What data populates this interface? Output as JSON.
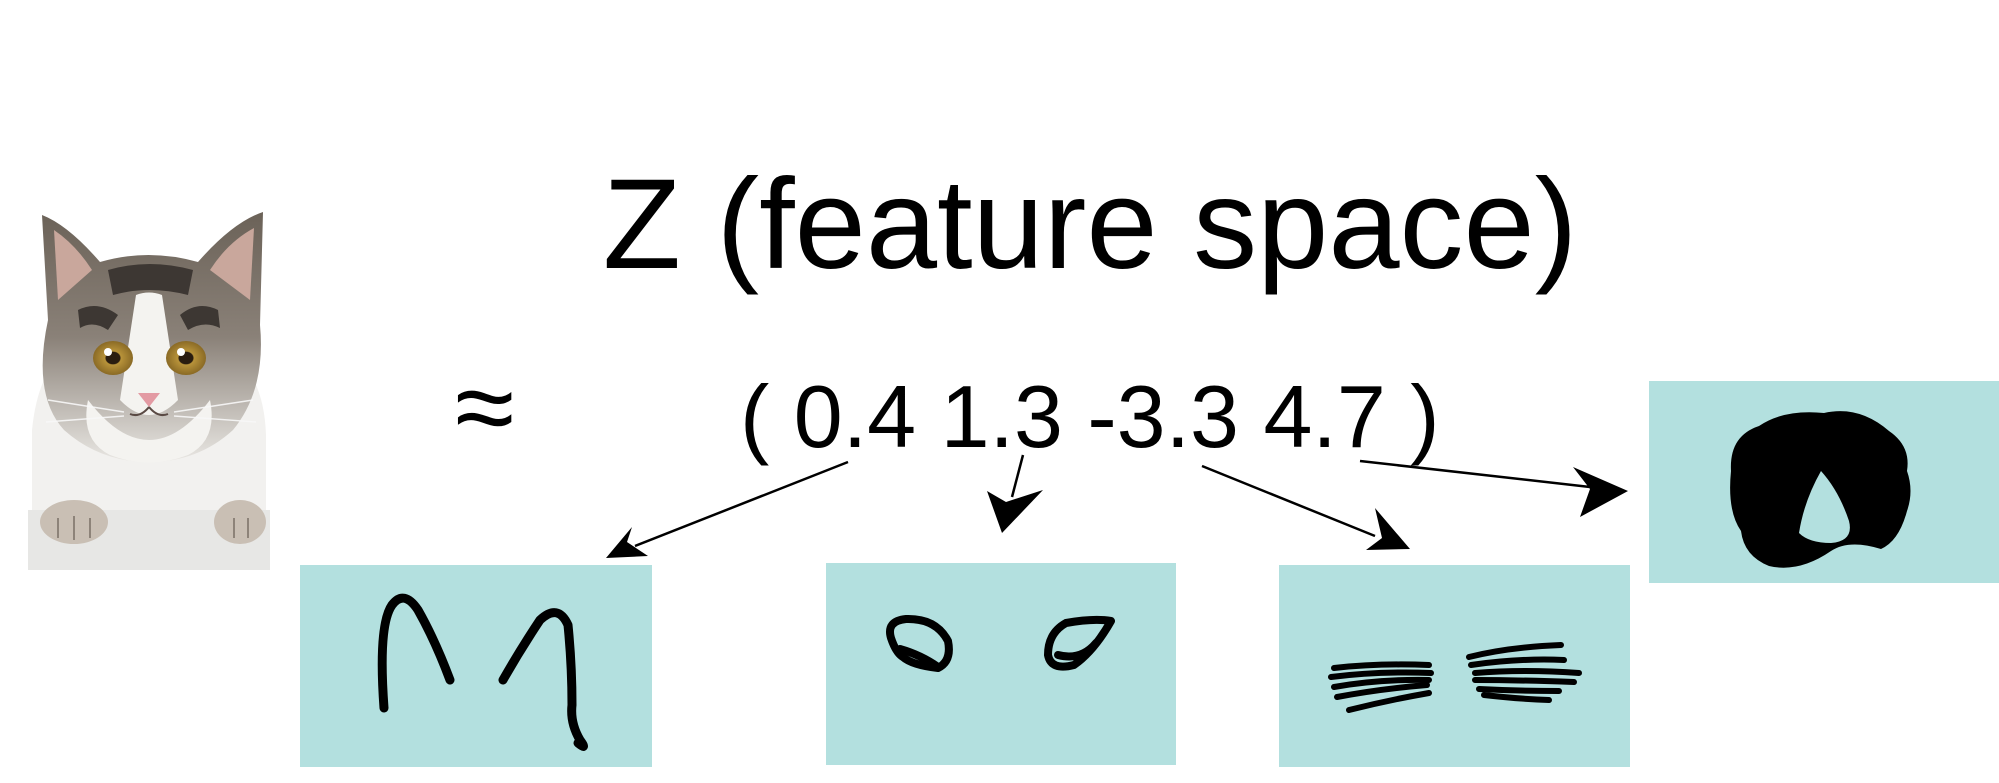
{
  "title": "Z (feature space)",
  "approx_symbol": "≈",
  "vector": {
    "open": "(",
    "values": [
      "0.4",
      "1.3",
      "-3.3",
      "4.7"
    ],
    "close": ")"
  },
  "colors": {
    "panel_fill": "#b3e0df",
    "ink": "#000000"
  },
  "icons": {
    "cat_photo": "cat-photo",
    "feature_ears": "cat-ears-sketch-icon",
    "feature_eyes": "cat-eyes-sketch-icon",
    "feature_whiskers": "cat-whiskers-sketch-icon",
    "feature_nose": "cat-nose-silhouette-icon"
  }
}
